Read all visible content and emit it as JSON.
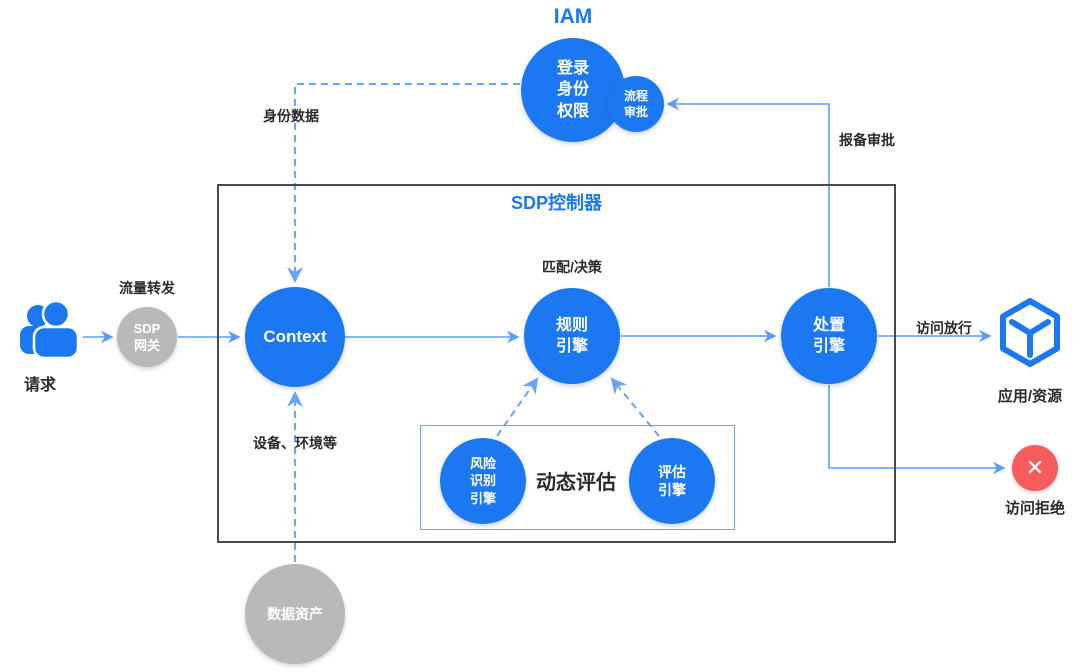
{
  "iam": {
    "title": "IAM",
    "main_node": "登录\n身份\n权限",
    "sub_node": "流程\n审批"
  },
  "sdp_box": {
    "title": "SDP控制器"
  },
  "dynamic_eval": {
    "title": "动态评估"
  },
  "nodes": {
    "gateway": "SDP\n网关",
    "context": "Context",
    "rule_engine": "规则\n引擎",
    "dispose_engine": "处置\n引擎",
    "risk_engine": "风险\n识别\n引擎",
    "eval_engine": "评估\n引擎",
    "data_asset": "数据资产"
  },
  "labels": {
    "identity_data": "身份数据",
    "report_approval": "报备审批",
    "traffic_forward": "流量转发",
    "request": "请求",
    "match_decision": "匹配/决策",
    "device_env": "设备、环境等",
    "access_allow": "访问放行",
    "access_deny": "访问拒绝",
    "app_resource": "应用/资源",
    "deny_glyph": "✕"
  },
  "icons": {
    "users": "users-icon",
    "app_resource": "cube-hexagon-icon",
    "deny": "x-circle-icon"
  },
  "colors": {
    "primary_blue": "#1b78f0",
    "arrow_blue": "#5b9cf8",
    "dash_blue": "#6aa4f5",
    "gray_node": "#b9b9b9",
    "red_deny": "#f75c5c",
    "border_dark": "#4a4a4a"
  }
}
